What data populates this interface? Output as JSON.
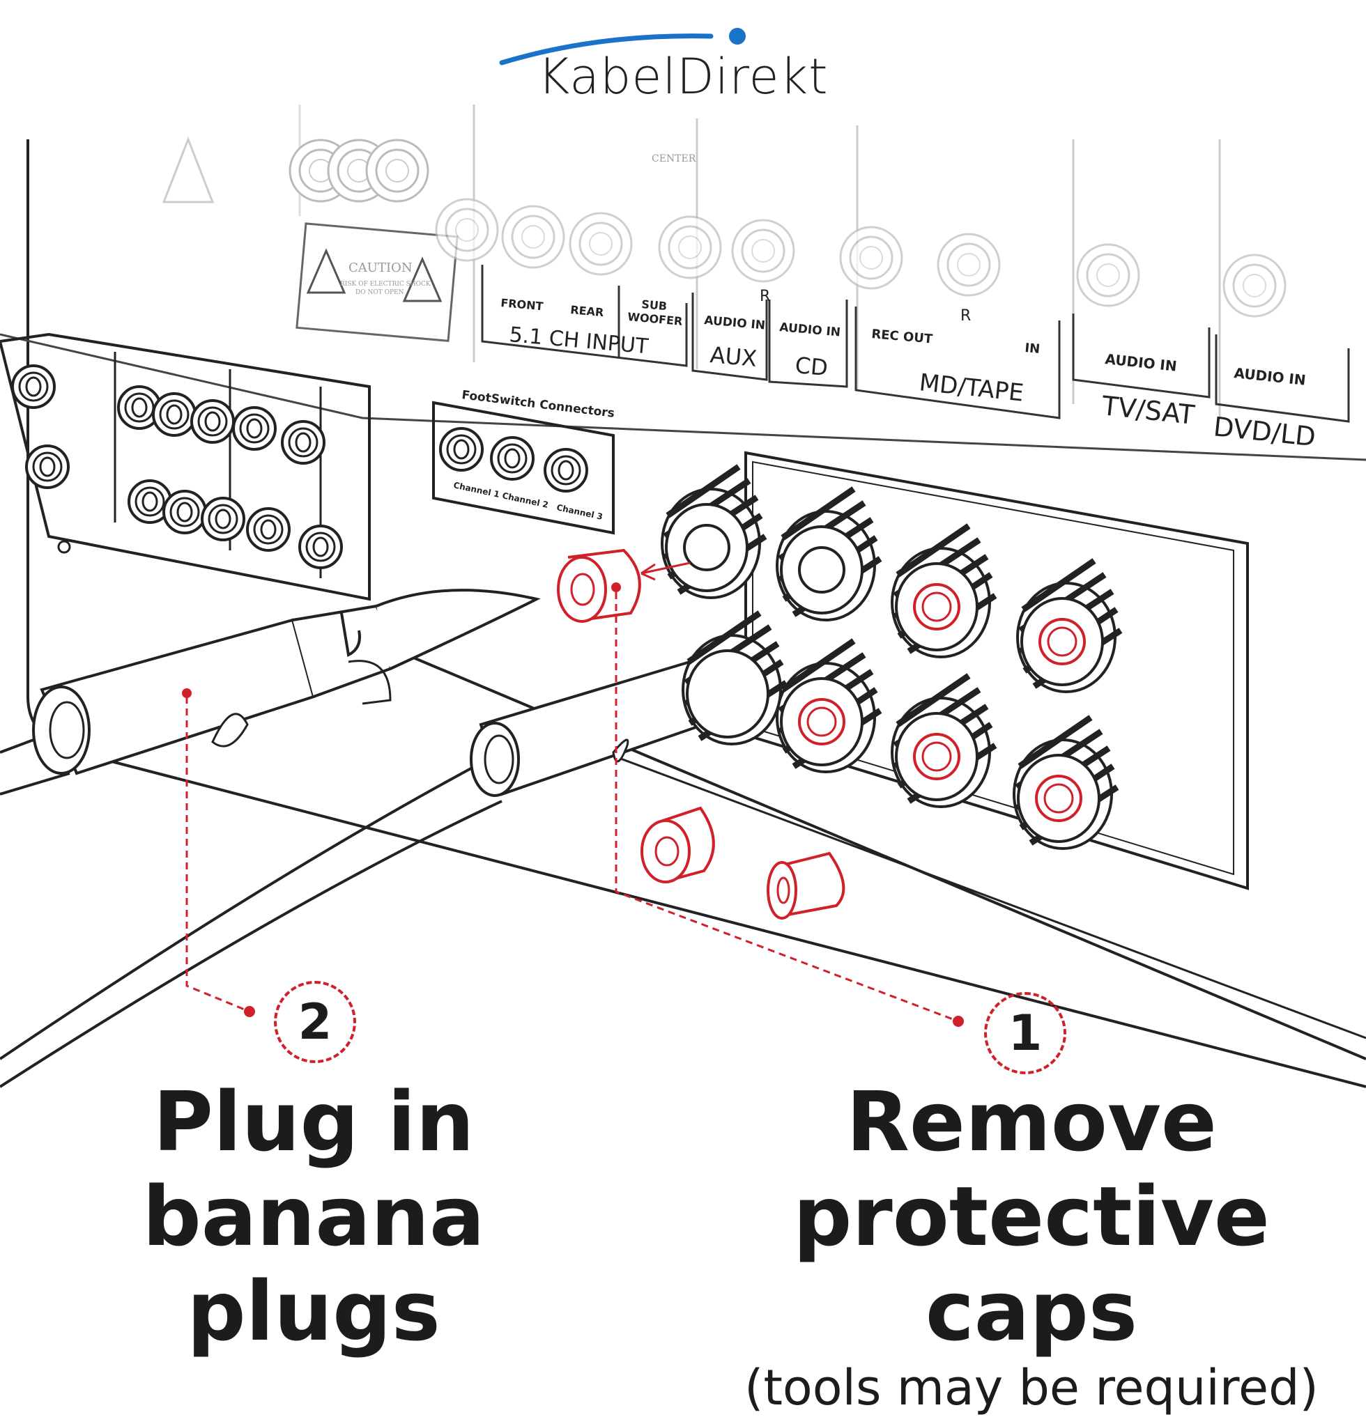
{
  "brand": {
    "name": "KabelDirekt",
    "accent": "#1a73c9"
  },
  "panel_labels": {
    "center": "CENTER",
    "caution": "CAUTION",
    "caution_sub1": "RISK OF ELECTRIC SHOCK",
    "caution_sub2": "DO NOT OPEN",
    "front": "FRONT",
    "rear": "REAR",
    "sub": "SUB",
    "woofer": "WOOFER",
    "input_51": "5.1 CH INPUT",
    "aux_audio_in": "AUDIO IN",
    "aux": "AUX",
    "r_mark": "R",
    "cd_audio_in": "AUDIO IN",
    "cd": "CD",
    "rec_out": "REC  OUT",
    "in": "IN",
    "md_tape": "MD/TAPE",
    "tvsat_audio_in": "AUDIO IN",
    "tvsat": "TV/SAT",
    "dvd_audio_in": "AUDIO IN",
    "dvd": "DVD/LD",
    "footswitch": "FootSwitch Connectors",
    "ch1": "Channel 1",
    "ch2": "Channel 2",
    "ch3": "Channel 3"
  },
  "steps": [
    {
      "number": "2",
      "title_line1": "Plug in",
      "title_line2": "banana plugs"
    },
    {
      "number": "1",
      "title_line1": "Remove",
      "title_line2": "protective caps",
      "note": "(tools may be required)"
    }
  ],
  "colors": {
    "highlight": "#d0202a",
    "ink": "#1c1c1c"
  },
  "icons": [
    "warning-triangle-icon",
    "banana-plug-icon",
    "protective-cap-icon",
    "binding-post-icon"
  ]
}
